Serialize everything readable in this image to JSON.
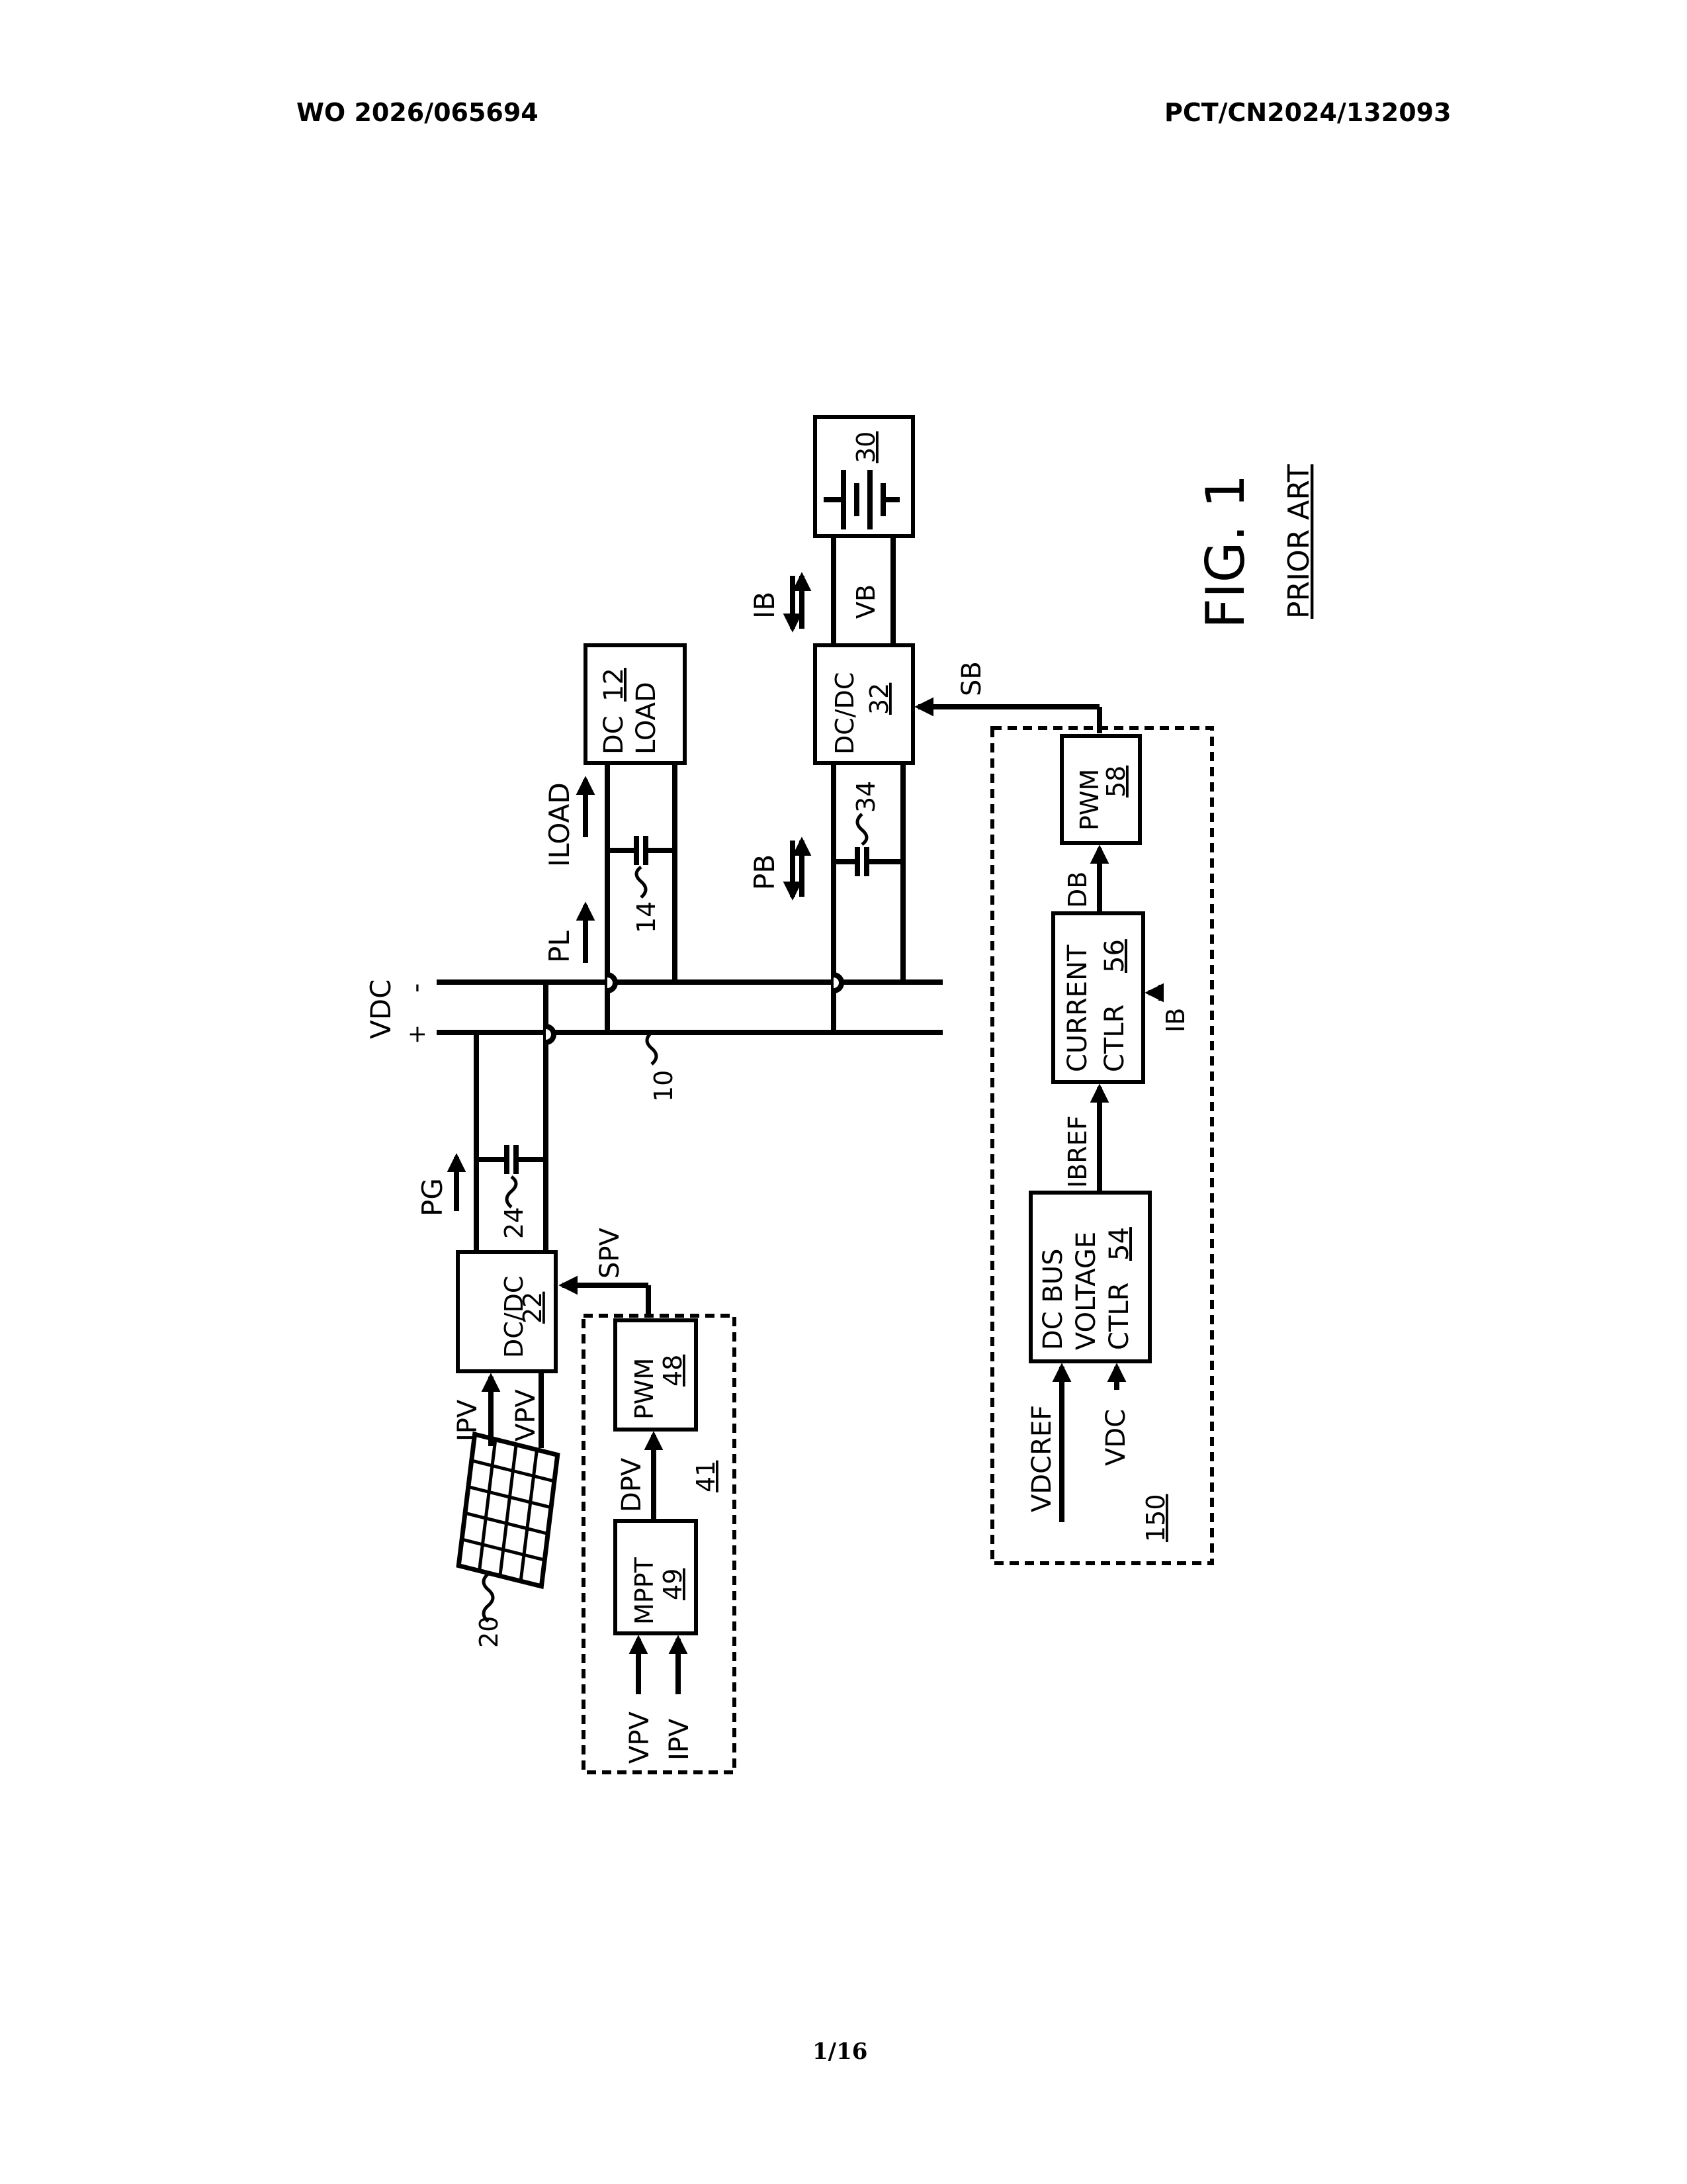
{
  "header": {
    "left": "WO 2026/065694",
    "right": "PCT/CN2024/132093"
  },
  "page_number": "1/16",
  "figure": {
    "title": "FIG. 1",
    "caption": "PRIOR ART"
  },
  "bus": {
    "label": "VDC",
    "plus": "+",
    "minus": "-",
    "ref": "10"
  },
  "pv": {
    "ref": "20",
    "ipv": "IPV",
    "vpv": "VPV"
  },
  "dcdc_pv": {
    "text": "DC/DC",
    "ref": "22"
  },
  "cap_pv": {
    "ref": "24"
  },
  "pg": "PG",
  "spv": "SPV",
  "mppt_ctrl": {
    "ref": "41",
    "mppt": {
      "text": "MPPT",
      "ref": "49"
    },
    "pwm": {
      "text": "PWM",
      "ref": "48"
    },
    "dpv": "DPV",
    "in_vpv": "VPV",
    "in_ipv": "IPV"
  },
  "load": {
    "line1": "DC",
    "ref": "12",
    "line2": "LOAD"
  },
  "cap_load": {
    "ref": "14"
  },
  "pl": "PL",
  "iload": "ILOAD",
  "battery": {
    "ref": "30"
  },
  "dcdc_batt": {
    "text": "DC/DC",
    "ref": "32"
  },
  "cap_batt": {
    "ref": "34"
  },
  "pb": "PB",
  "ib": "IB",
  "vb": "VB",
  "sb": "SB",
  "batt_ctrl": {
    "ref": "150",
    "bus_ctlr": {
      "line1": "DC BUS",
      "line2": "VOLTAGE",
      "line3": "CTLR",
      "ref": "54"
    },
    "current_ctlr": {
      "line1": "CURRENT",
      "line2": "CTLR",
      "ref": "56"
    },
    "pwm": {
      "text": "PWM",
      "ref": "58"
    },
    "ibref": "IBREF",
    "db": "DB",
    "ib_in": "IB",
    "vdcref": "VDCREF",
    "vdc": "VDC"
  }
}
